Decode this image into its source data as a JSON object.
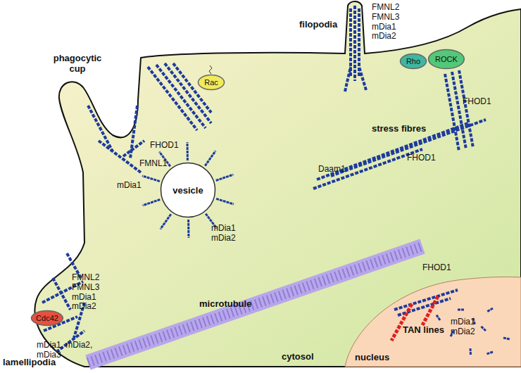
{
  "diagram": {
    "nodes": [
      {
        "text": [
          "vesicle"
        ]
      },
      {
        "text": [
          "nucleus",
          "mDia1 mDia2"
        ]
      },
      {
        "text": [
          "Cdc42"
        ]
      },
      {
        "text": [
          "Rac"
        ]
      },
      {
        "text": [
          "Rho"
        ]
      },
      {
        "text": [
          "ROCK"
        ]
      }
    ],
    "labels": [
      "filopodia",
      "FMNL2 FMNL3 mDia1 mDia2",
      "phagocytic cup",
      "FHOD1",
      "FMNL1",
      "mDia1",
      "FHOD1",
      "stress fibres",
      "FHOD1",
      "Daam1",
      "FHOD1",
      "TAN lines",
      "FMNL2 FMNL3 mDia1 mDia2",
      "mDia1 mDia2",
      "mDia1, mDia2, mDia3",
      "microtubule",
      "lamellipodia",
      "cytosol"
    ]
  }
}
